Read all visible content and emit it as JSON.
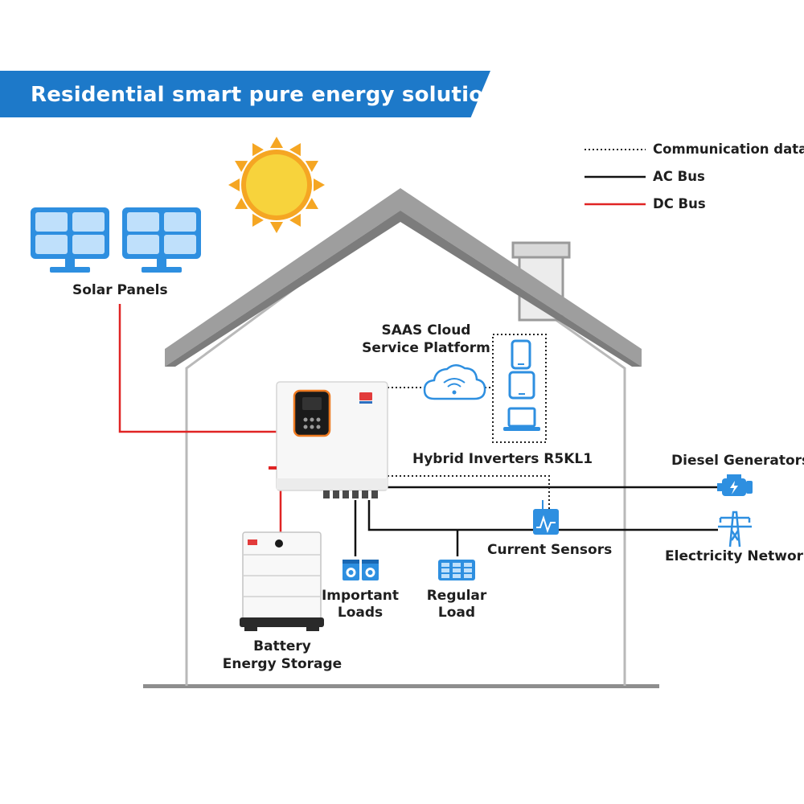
{
  "header": {
    "title": "Residential smart pure energy solution"
  },
  "legend": [
    {
      "label": "Communication data",
      "style": "dotted",
      "color": "#222222"
    },
    {
      "label": "AC Bus",
      "style": "solid",
      "color": "#111111"
    },
    {
      "label": "DC Bus",
      "style": "solid",
      "color": "#e02424"
    }
  ],
  "nodes": {
    "solar_panels": "Solar Panels",
    "saas_line1": "SAAS Cloud",
    "saas_line2": "Service Platform",
    "inverter": "Hybrid Inverters R5KL1",
    "diesel": "Diesel Generators",
    "grid": "Electricity Network",
    "sensors": "Current Sensors",
    "important_line1": "Important",
    "important_line2": "Loads",
    "regular_line1": "Regular",
    "regular_line2": "Load",
    "battery_line1": "Battery",
    "battery_line2": "Energy Storage"
  },
  "colors": {
    "accent_blue": "#1d79c9",
    "icon_blue": "#2e8fe0",
    "dc_red": "#e02424",
    "roof_gray": "#9a9a9a",
    "sun_yellow": "#f7d33c",
    "sun_orange": "#f5a623"
  }
}
